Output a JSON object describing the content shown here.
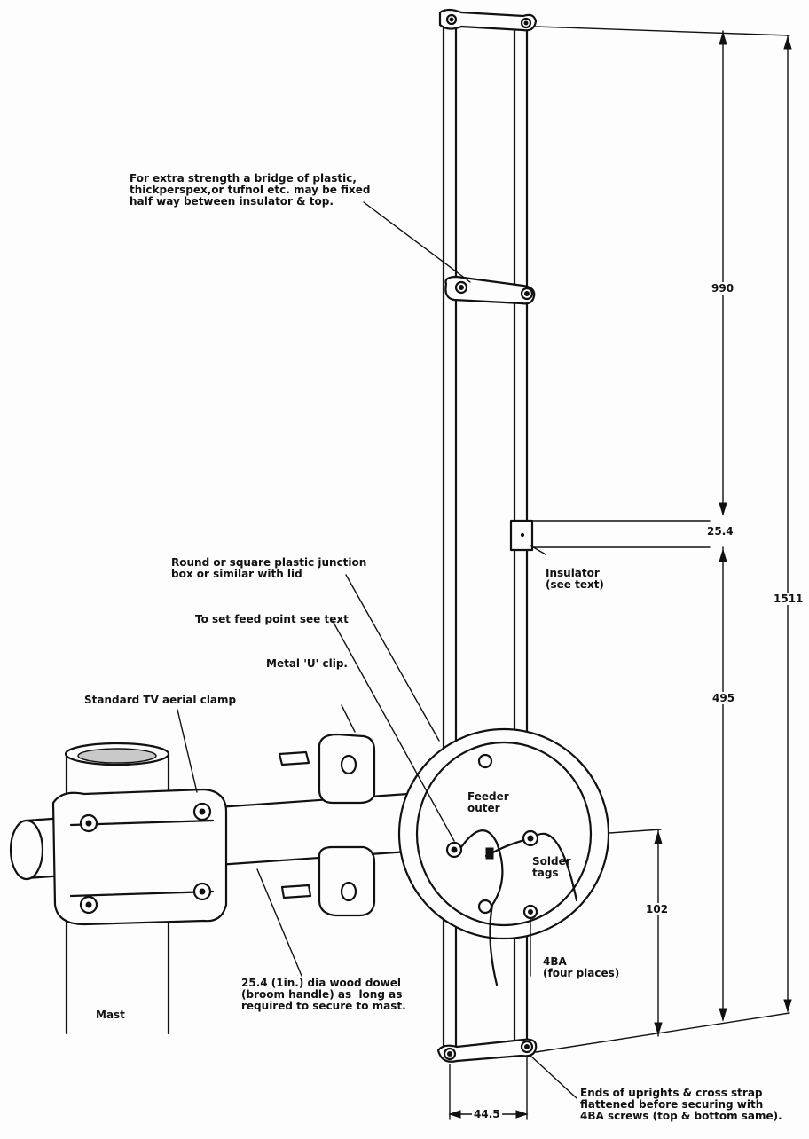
{
  "notes": {
    "bridge": "For extra strength a bridge of plastic,\nthickperspex,or tufnol etc. may be fixed\nhalf way between insulator & top.",
    "junction_box": "Round or square plastic junction\nbox or similar with lid",
    "feed_point": "To set feed point see text",
    "u_clip": "Metal 'U' clip.",
    "tv_clamp": "Standard TV aerial clamp",
    "dowel": "25.4 (1in.) dia wood dowel\n(broom handle) as  long as\nrequired to secure to mast.",
    "mast": "Mast",
    "feeder_outer": "Feeder\nouter",
    "solder_tags": "Solder\ntags",
    "screws_4ba": "4BA\n(four places)",
    "insulator": "Insulator\n(see text)",
    "ends": "Ends of uprights & cross strap\nflattened before securing with\n4BA screws (top & bottom same)."
  },
  "dimensions": {
    "upper_length": "990",
    "gap": "25.4",
    "lower_length": "495",
    "overall_length": "1511",
    "feed_height": "102",
    "spacing": "44.5"
  }
}
